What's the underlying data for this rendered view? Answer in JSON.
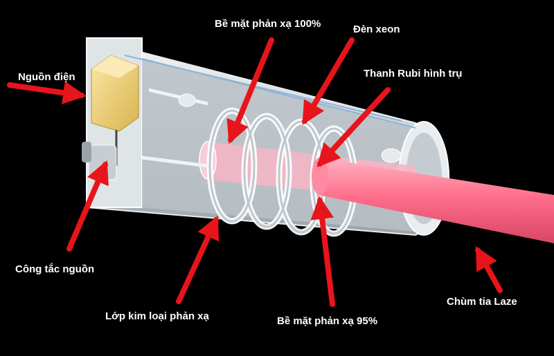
{
  "labels": {
    "power_source": "Nguồn điện",
    "power_switch": "Công tắc nguồn",
    "reflective_metal_layer": "Lớp kim loại phản xạ",
    "mirror_100": "Bề mặt phản xạ 100%",
    "xenon_lamp": "Đèn xeon",
    "ruby_rod": "Thanh Rubi hình trụ",
    "mirror_95": "Bề mặt phản xạ 95%",
    "laser_beam": "Chùm tia Laze"
  },
  "colors": {
    "background": "#000000",
    "arrow": "#e8141b",
    "laser_beam": "#ff7a92",
    "power_box": "#f2d27a",
    "casing": "#d9dde0"
  }
}
